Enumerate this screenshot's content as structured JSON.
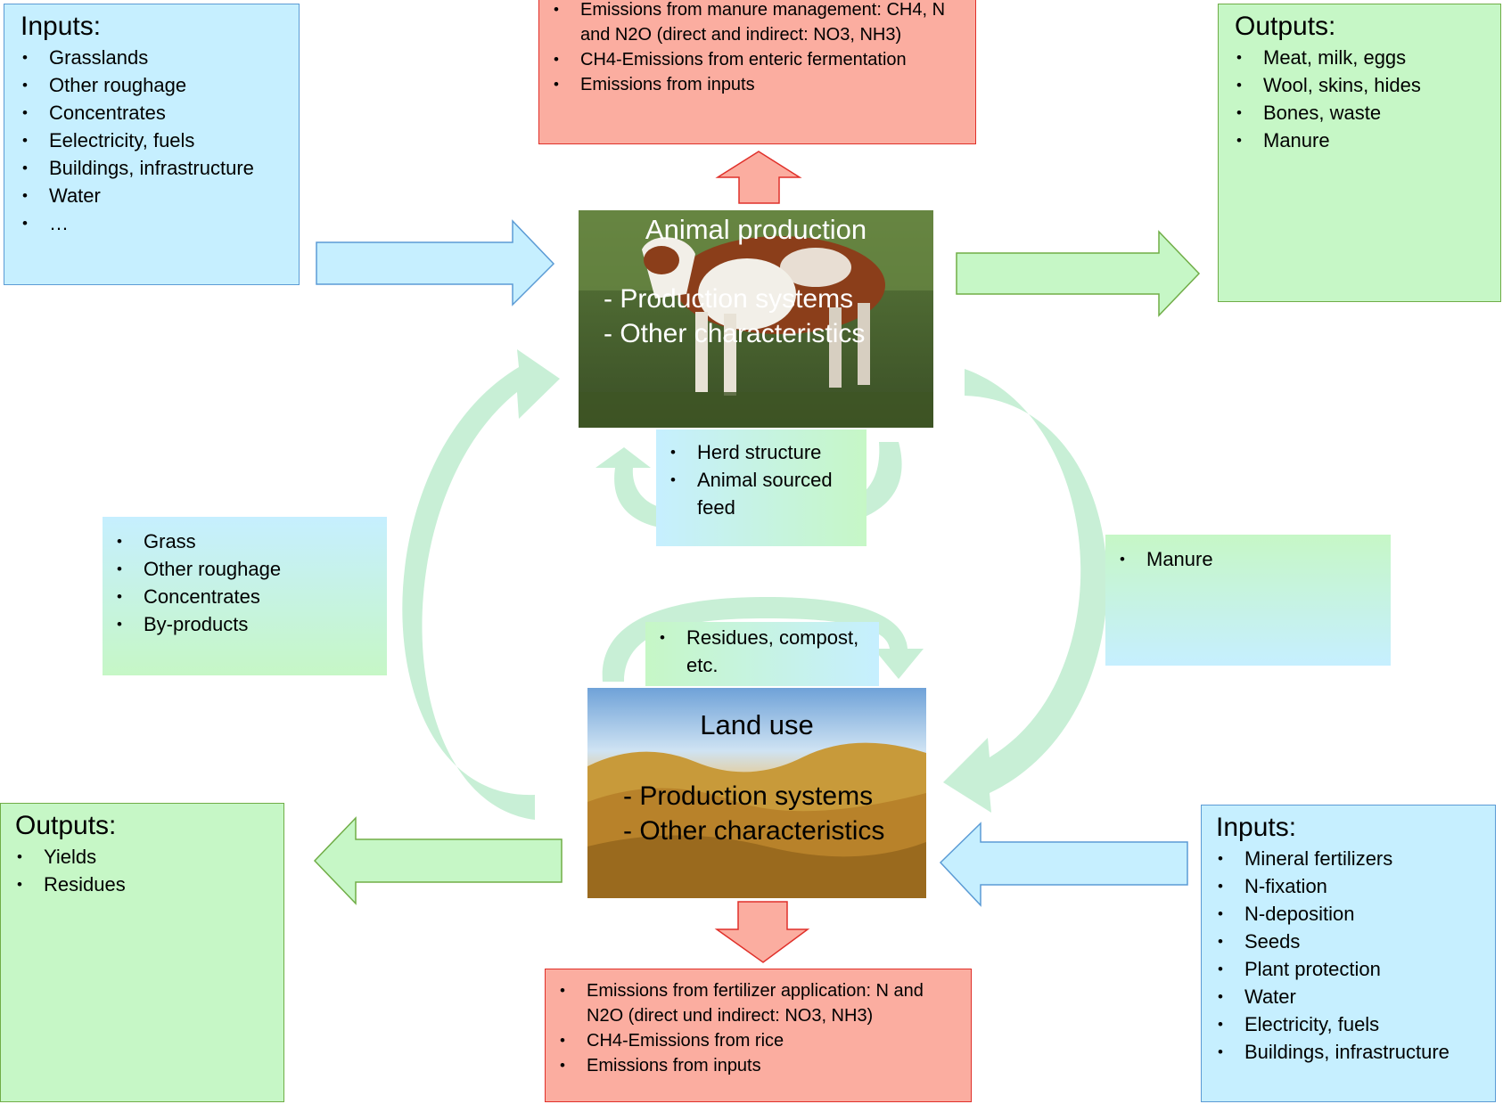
{
  "inputs_animal": {
    "title": "Inputs:",
    "items": [
      "Grasslands",
      "Other roughage",
      "Concentrates",
      "Eelectricity, fuels",
      "Buildings, infrastructure",
      "Water",
      "…"
    ]
  },
  "emissions_animal": {
    "items": [
      "Emissions from manure management: CH4, N and N2O (direct and indirect: NO3, NH3)",
      "CH4-Emissions from enteric fermentation",
      "Emissions from inputs"
    ]
  },
  "outputs_animal": {
    "title": "Outputs:",
    "items": [
      "Meat, milk, eggs",
      "Wool, skins, hides",
      "Bones, waste",
      "Manure"
    ]
  },
  "animal_production": {
    "title": "Animal production",
    "lines": [
      "- Production systems",
      "- Other characteristics"
    ]
  },
  "herd_loop": {
    "items": [
      "Herd structure",
      "Animal sourced feed"
    ]
  },
  "feed_box": {
    "items": [
      "Grass",
      "Other roughage",
      "Concentrates",
      "By-products"
    ]
  },
  "manure_box": {
    "items": [
      "Manure"
    ]
  },
  "residues_loop": {
    "items": [
      "Residues, compost, etc."
    ]
  },
  "land_use": {
    "title": "Land use",
    "lines": [
      "- Production systems",
      "- Other characteristics"
    ]
  },
  "outputs_land": {
    "title": "Outputs:",
    "items": [
      "Yields",
      "Residues"
    ]
  },
  "inputs_land": {
    "title": "Inputs:",
    "items": [
      "Mineral fertilizers",
      "N-fixation",
      "N-deposition",
      "Seeds",
      "Plant protection",
      "Water",
      "Electricity, fuels",
      "Buildings, infrastructure"
    ]
  },
  "emissions_land": {
    "items": [
      "Emissions from fertilizer application: N and N2O (direct und indirect: NO3, NH3)",
      "CH4-Emissions from rice",
      "Emissions from inputs"
    ]
  },
  "colors": {
    "input_blue": "#c6efff",
    "output_green": "#c6f7c6",
    "emission_red": "#fbada0"
  }
}
